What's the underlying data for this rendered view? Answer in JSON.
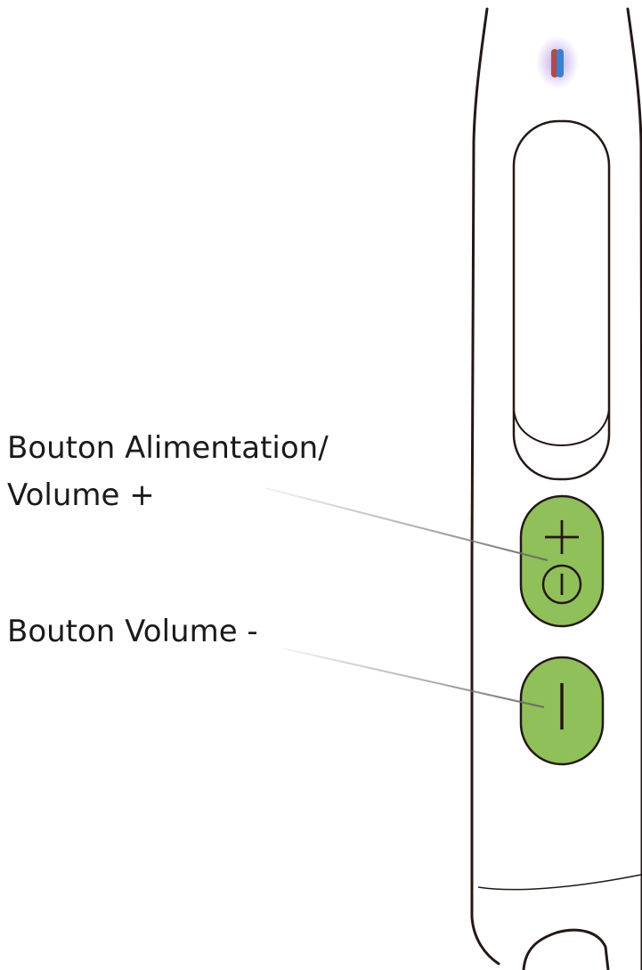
{
  "labels": {
    "power_volume_up_line1": "Bouton Alimentation/",
    "power_volume_up_line2": "Volume +",
    "volume_down": "Bouton Volume -"
  },
  "colors": {
    "button_fill": "#8fc05a",
    "outline": "#231815",
    "leader_line": "#8a8a8a",
    "led_blue": "#3b7fd1",
    "led_red": "#b34a4a",
    "led_glow": "#8a5ad8"
  },
  "icons": [
    "led-indicator-icon",
    "plus-icon",
    "power-icon",
    "minus-icon"
  ]
}
